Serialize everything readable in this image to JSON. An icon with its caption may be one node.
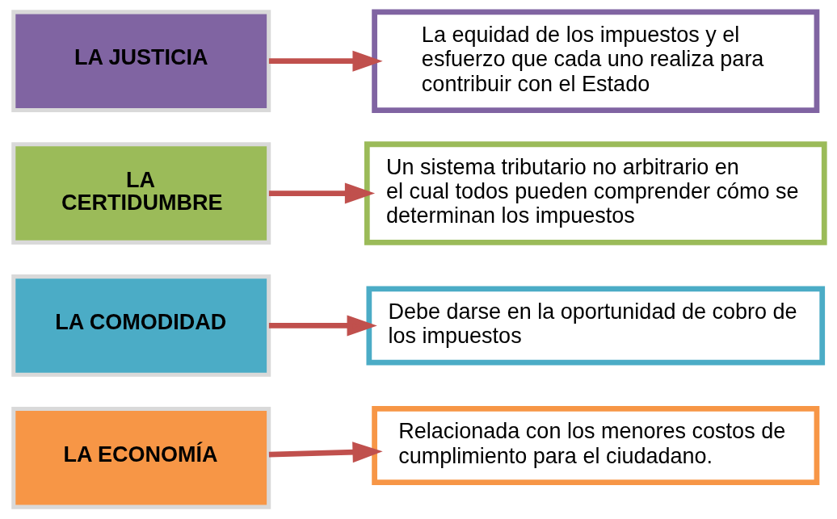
{
  "diagram": {
    "nodes": [
      {
        "text": [
          "LA JUSTICIA"
        ]
      },
      {
        "text": [
          "La equidad de los impuestos y el esfuerzo que cada uno realiza para contribuir con el Estado"
        ]
      },
      {
        "text": [
          "LA CERTIDUMBRE"
        ]
      },
      {
        "text": [
          "Un sistema tributario no arbitrario en el cual todos pueden comprender cómo se determinan los impuestos"
        ]
      },
      {
        "text": [
          "LA COMODIDAD"
        ]
      },
      {
        "text": [
          "Debe darse en la oportunidad de cobro de los impuestos"
        ]
      },
      {
        "text": [
          "LA ECONOMÍA"
        ]
      },
      {
        "text": [
          "Relacionada con los menores costos de cumplimiento para el ciudadano."
        ]
      }
    ],
    "edges": [
      {
        "from": 0,
        "to": 1,
        "arrow": "to"
      },
      {
        "from": 2,
        "to": 3,
        "arrow": "to"
      },
      {
        "from": 4,
        "to": 5,
        "arrow": "to"
      },
      {
        "from": 6,
        "to": 7,
        "arrow": "to"
      }
    ]
  }
}
